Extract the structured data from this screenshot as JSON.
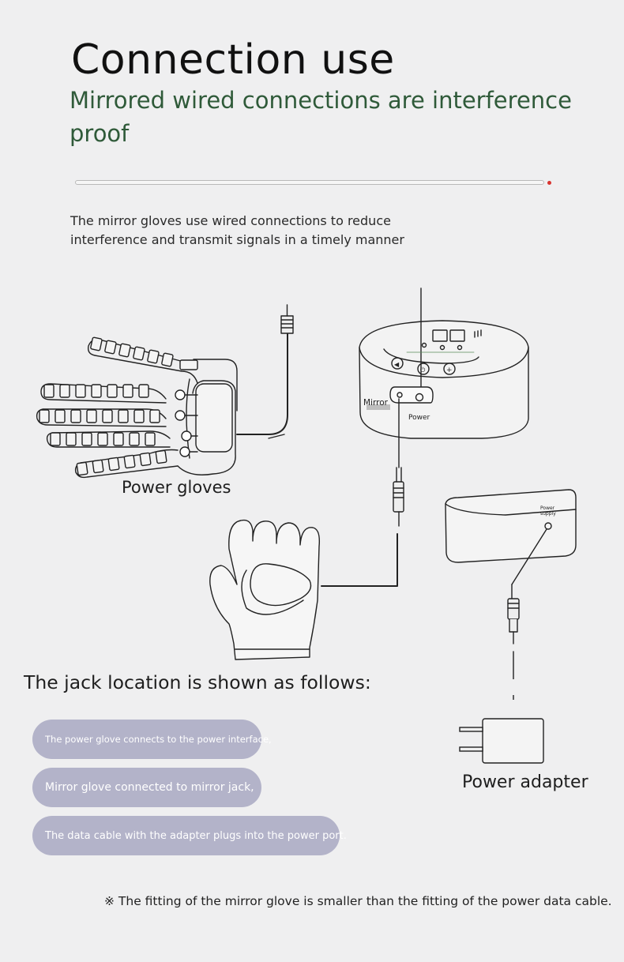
{
  "header": {
    "title": "Connection use",
    "subtitle": "Mirrored wired connections are interference proof",
    "accent_color": "#2f5a39",
    "dot_color": "#d8342f"
  },
  "intro": {
    "text": "The mirror gloves use wired connections to reduce interference and transmit signals in a timely manner"
  },
  "diagram": {
    "power_gloves_label": "Power gloves",
    "mirror_label": "Mirror",
    "power_label": "Power",
    "power_supply_label_line1": "Power",
    "power_supply_label_line2": "supply"
  },
  "jack": {
    "heading": "The jack location is shown as follows:",
    "items": [
      "The power glove connects to the power interface,",
      "Mirror glove connected to mirror jack,",
      "The data cable with the adapter plugs into the power port."
    ],
    "pill_color": "#b3b3c9"
  },
  "adapter": {
    "label": "Power adapter"
  },
  "footnote": {
    "text": "※ The fitting of the mirror glove is smaller than the fitting of the power data cable."
  }
}
